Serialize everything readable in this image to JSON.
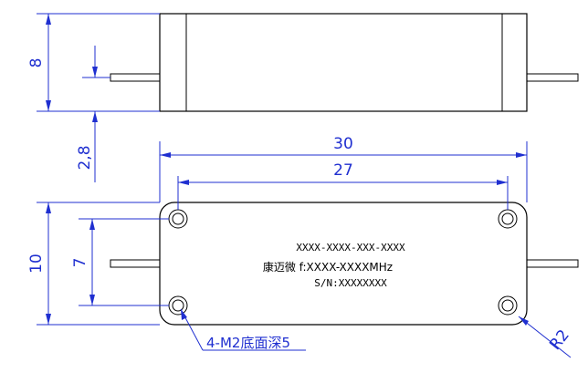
{
  "dimensions": {
    "top_height": "8",
    "gap": "2,8",
    "overall_length": "30",
    "hole_spacing": "27",
    "body_height": "10",
    "hole_vertical": "7",
    "radius": "R2"
  },
  "plate": {
    "line1": "XXXX-XXXX-XXX-XXXX",
    "line2": "康迈微 f:XXXX-XXXXMHz",
    "line3": "S/N:XXXXXXXX"
  },
  "callout": {
    "holes": "4-M2底面深5"
  },
  "colors": {
    "dimension": "#1f2fd0",
    "outline": "#000000"
  }
}
